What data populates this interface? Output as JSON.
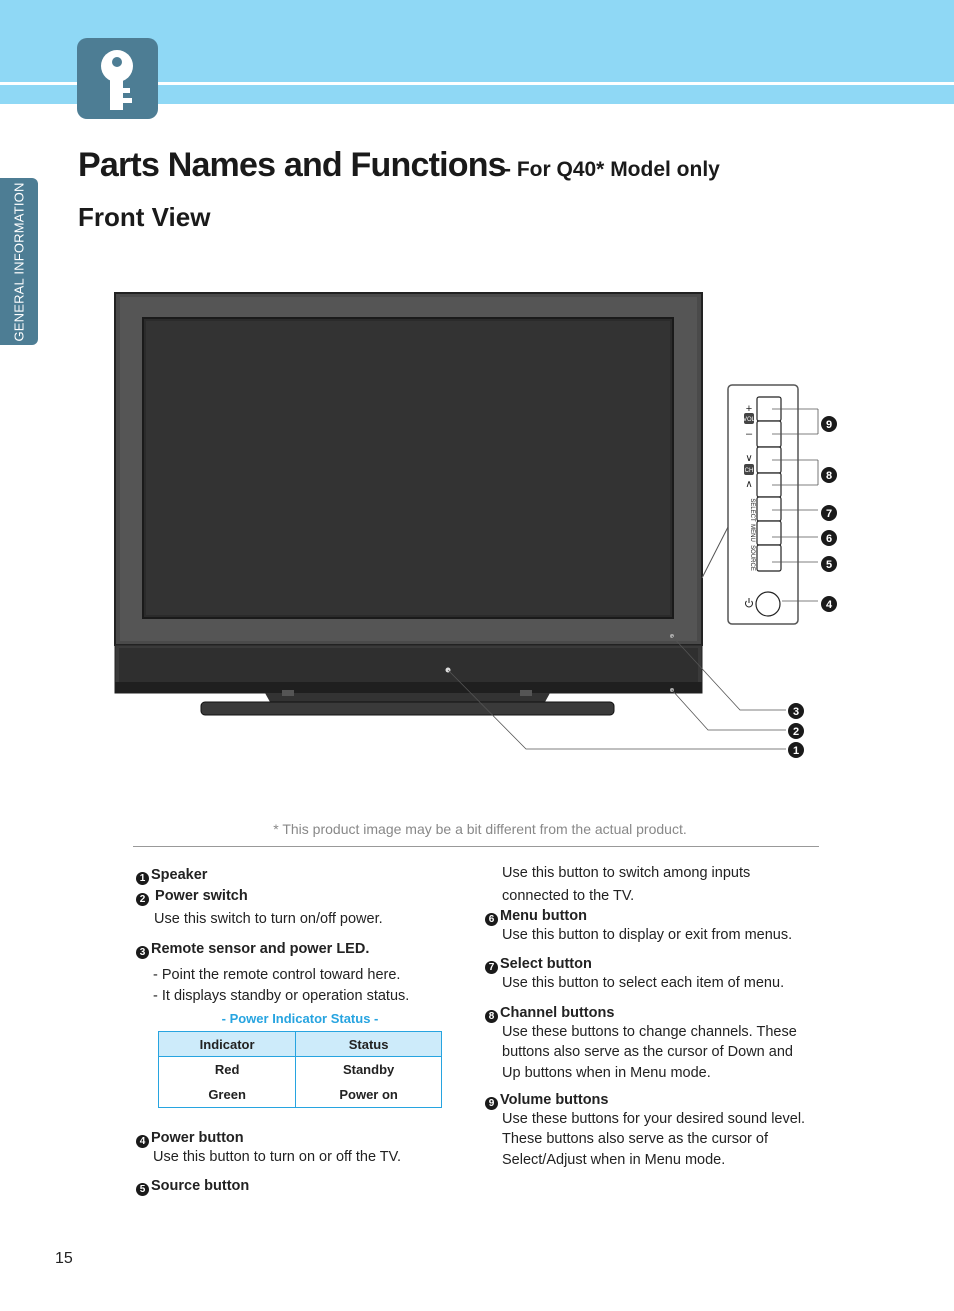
{
  "side_tab": "GENERAL INFORMATION",
  "title": "Parts Names and Functions",
  "subtitle": "- For Q40* Model only",
  "section": "Front View",
  "panel_labels": {
    "plus": "+",
    "minus": "–",
    "up": "∧",
    "down": "∨",
    "select": "SELECT",
    "menu": "MENU",
    "source": "SOURCE",
    "vol": "VOL",
    "ch": "CH"
  },
  "callouts": [
    "1",
    "2",
    "3",
    "4",
    "5",
    "6",
    "7",
    "8",
    "9"
  ],
  "disclaimer": "* This product image may be a bit different from the actual product.",
  "items": {
    "speaker": {
      "num": "1",
      "title": "Speaker"
    },
    "power_switch": {
      "num": "2",
      "title": "Power switch",
      "desc": "Use this switch to turn on/off power."
    },
    "remote": {
      "num": "3",
      "title": "Remote sensor and power LED.",
      "line1": "- Point the remote control toward here.",
      "line2": "- It displays standby or operation status."
    },
    "power_button": {
      "num": "4",
      "title": "Power button",
      "desc": "Use this button to turn on or off the TV."
    },
    "source": {
      "num": "5",
      "title": "Source button",
      "desc1": "Use this button to switch among inputs",
      "desc2": "connected to the TV."
    },
    "menu": {
      "num": "6",
      "title": "Menu button",
      "desc": "Use this button to display or exit from menus."
    },
    "select": {
      "num": "7",
      "title": "Select button",
      "desc": "Use this button to select each item of menu."
    },
    "channel": {
      "num": "8",
      "title": "Channel buttons",
      "desc1": "Use these buttons to change channels. These",
      "desc2": "buttons also serve as the cursor of Down and",
      "desc3": "Up buttons when in Menu mode."
    },
    "volume": {
      "num": "9",
      "title": "Volume buttons",
      "desc1": "Use these buttons for your desired sound level.",
      "desc2": "These buttons also serve as the cursor of",
      "desc3": "Select/Adjust when in Menu mode."
    }
  },
  "status_table": {
    "caption": "- Power Indicator Status -",
    "headers": [
      "Indicator",
      "Status"
    ],
    "rows": [
      [
        "Red",
        "Standby"
      ],
      [
        "Green",
        "Power on"
      ]
    ]
  },
  "page_number": "15",
  "colors": {
    "header": "#8fd8f5",
    "badge": "#4d7d94",
    "accent": "#27a4e0",
    "table_head": "#cdebfa"
  }
}
